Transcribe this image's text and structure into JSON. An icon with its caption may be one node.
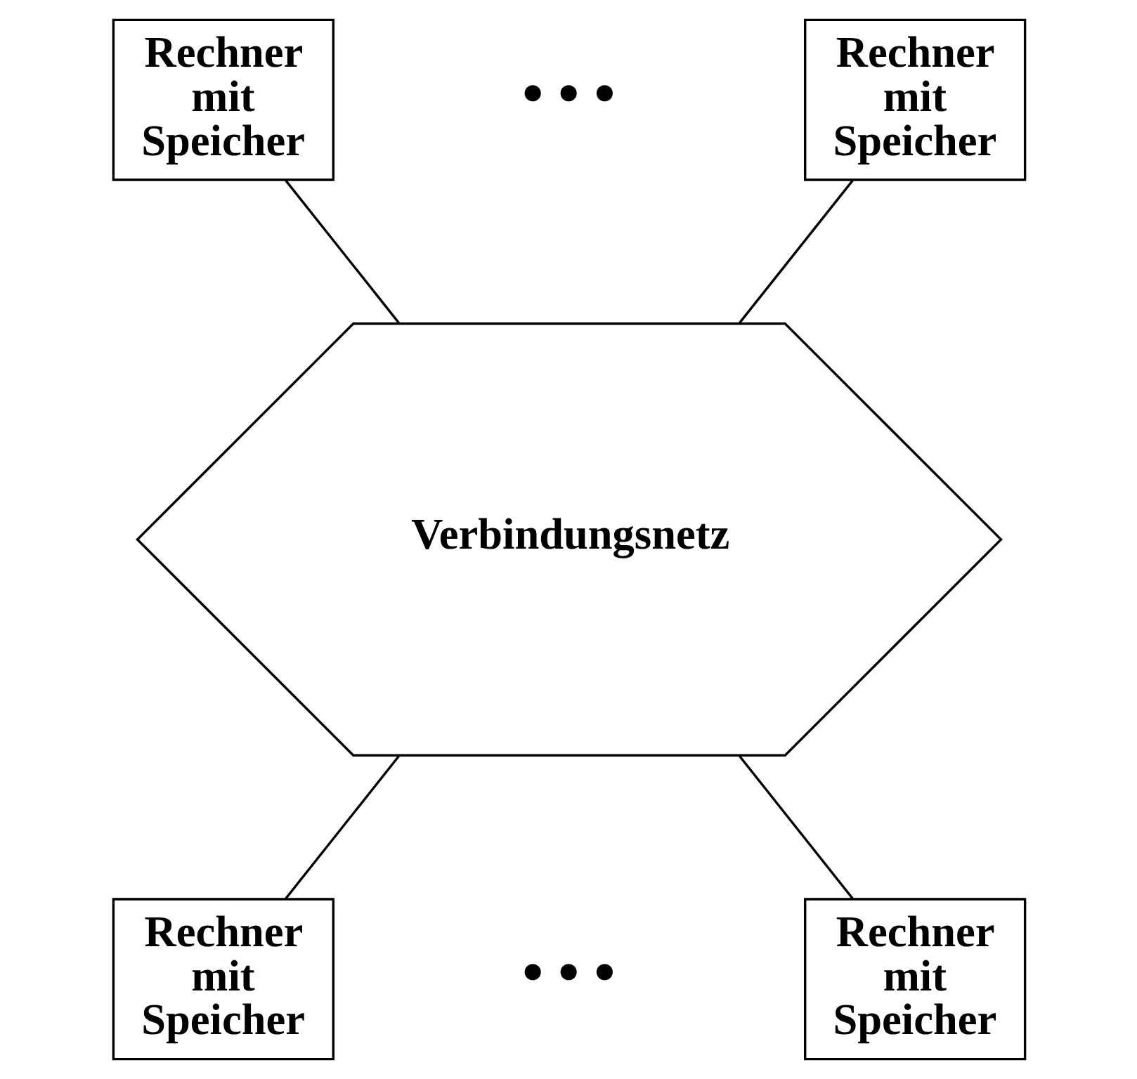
{
  "diagram": {
    "nodes": [
      {
        "text": [
          "Rechner mit Speicher"
        ]
      },
      {
        "text": [
          "Rechner mit Speicher"
        ]
      },
      {
        "text": [
          "Verbindungsnetz"
        ]
      },
      {
        "text": [
          "Rechner mit Speicher"
        ]
      },
      {
        "text": [
          "Rechner mit Speicher"
        ]
      }
    ],
    "edges": [
      {
        "from": 0,
        "to": 2,
        "arrow": "none"
      },
      {
        "from": 1,
        "to": 2,
        "arrow": "none"
      },
      {
        "from": 3,
        "to": 2,
        "arrow": "none"
      },
      {
        "from": 4,
        "to": 2,
        "arrow": "none"
      }
    ],
    "labels": [
      "• • •",
      "• • •"
    ]
  }
}
